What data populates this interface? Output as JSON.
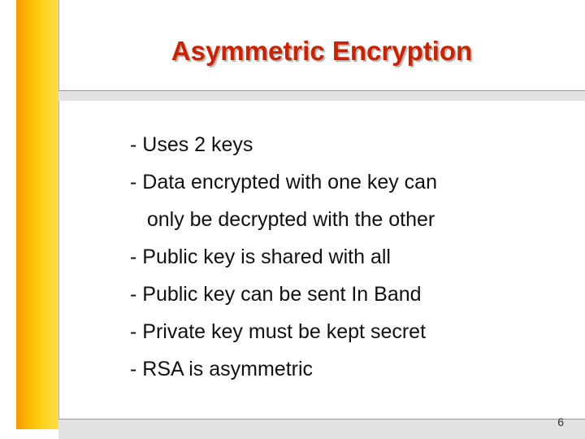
{
  "slide": {
    "title": "Asymmetric Encryption",
    "bullets": [
      "- Uses 2 keys",
      "- Data encrypted with one key can",
      "   only be decrypted with the other",
      "- Public key is shared with all",
      "- Public key can be sent In Band",
      "- Private key must be kept secret",
      "- RSA is asymmetric"
    ],
    "page_number": "6",
    "colors": {
      "title": "#cc2200",
      "accent_bar_start": "#f59a00",
      "accent_bar_end": "#ffe14d",
      "rule": "#e2e2e2",
      "body_text": "#111111"
    }
  }
}
